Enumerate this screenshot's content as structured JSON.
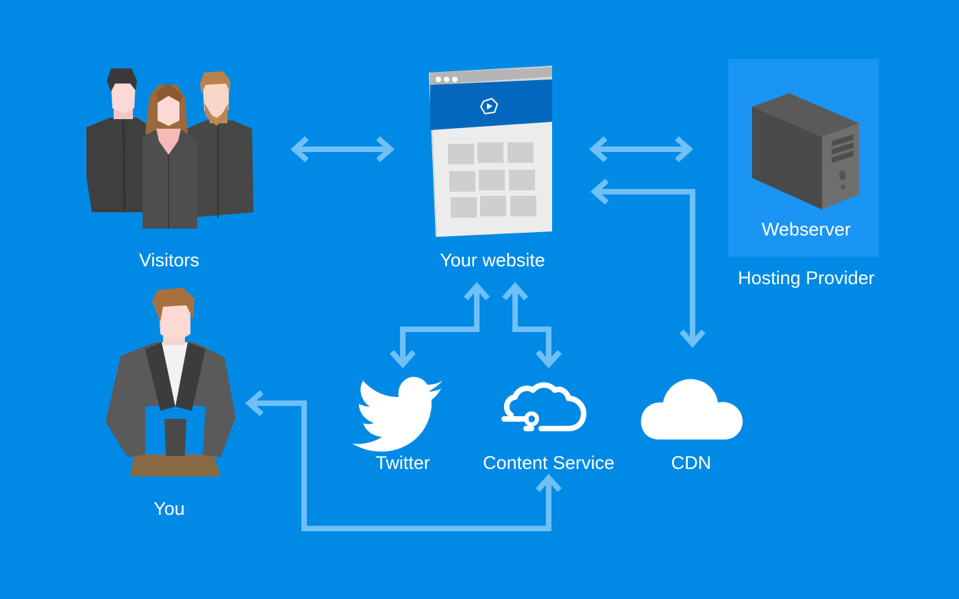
{
  "diagram": {
    "nodes": {
      "visitors": {
        "label": "Visitors",
        "icon": "visitors-group-icon"
      },
      "website": {
        "label": "Your website",
        "icon": "browser-window-icon"
      },
      "webserver": {
        "label": "Webserver",
        "icon": "server-tower-icon"
      },
      "hosting": {
        "label": "Hosting Provider"
      },
      "you": {
        "label": "You",
        "icon": "person-suit-icon"
      },
      "twitter": {
        "label": "Twitter",
        "icon": "twitter-bird-icon"
      },
      "content_service": {
        "label": "Content Service",
        "icon": "cloud-connector-icon"
      },
      "cdn": {
        "label": "CDN",
        "icon": "cloud-icon"
      }
    },
    "connections": [
      {
        "from": "visitors",
        "to": "website",
        "direction": "both"
      },
      {
        "from": "website",
        "to": "webserver",
        "direction": "both"
      },
      {
        "from": "website",
        "to": "cdn",
        "direction": "both"
      },
      {
        "from": "website",
        "to": "twitter",
        "direction": "both"
      },
      {
        "from": "website",
        "to": "content_service",
        "direction": "both"
      },
      {
        "from": "content_service",
        "to": "you",
        "direction": "both"
      }
    ],
    "colors": {
      "background": "#018ae5",
      "panel": "#1a95f3",
      "arrow": "#6fc0f7",
      "text": "#ffffff"
    }
  }
}
